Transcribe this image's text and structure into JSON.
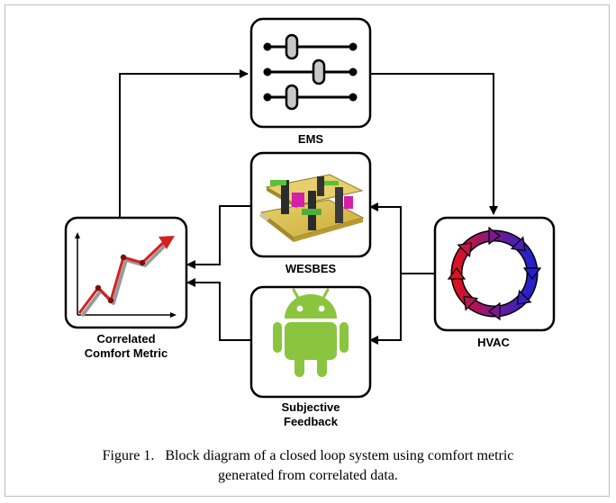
{
  "blocks": {
    "ems": "EMS",
    "wesbes": "WESBES",
    "hvac": "HVAC",
    "feedback": [
      "Subjective",
      "Feedback"
    ],
    "metric": [
      "Correlated",
      "Comfort Metric"
    ]
  },
  "caption": {
    "line1": "Figure 1.   Block diagram of a closed loop system using comfort metric",
    "line2": "generated from correlated data."
  },
  "colors": {
    "box_stroke": "#000000",
    "android_green": "#8bc53f",
    "hvac_gradient": [
      "#dd1122",
      "#7a1a8c",
      "#2222cc"
    ],
    "chart_line": "#d62020",
    "chart_shadow": "#9a9a9a"
  },
  "icons": {
    "ems": "slider-controls-icon",
    "wesbes": "building-model-icon",
    "feedback": "android-robot-icon",
    "metric": "trend-chart-icon",
    "hvac": "cycle-arrows-icon"
  }
}
